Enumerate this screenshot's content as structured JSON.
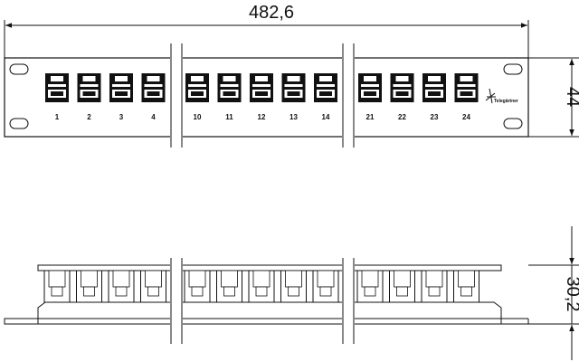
{
  "dimensions": {
    "width": "482,6",
    "height": "44",
    "depth": "30,2"
  },
  "brand_label": "Telegärtner",
  "port_groups": [
    {
      "labels": [
        "1",
        "2",
        "3",
        "4"
      ]
    },
    {
      "labels": [
        "10",
        "11",
        "12",
        "13",
        "14"
      ]
    },
    {
      "labels": [
        "21",
        "22",
        "23",
        "24"
      ]
    }
  ]
}
